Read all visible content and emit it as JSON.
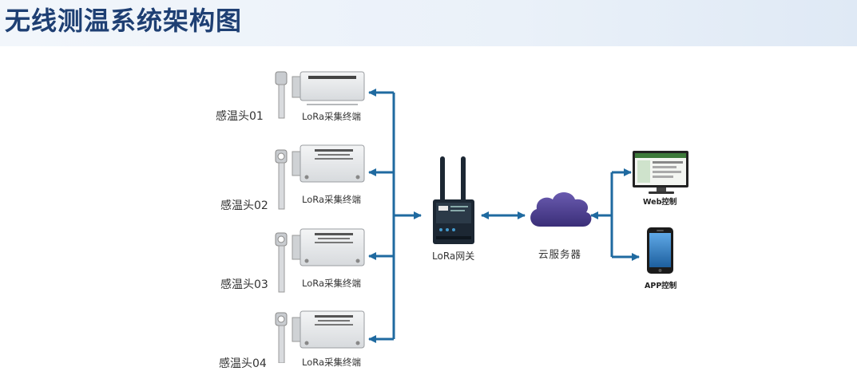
{
  "title": "无线测温系统架构图",
  "sensors": [
    {
      "sensor_label": "感温头01",
      "terminal_label": "LoRa采集终端"
    },
    {
      "sensor_label": "感温头02",
      "terminal_label": "LoRa采集终端"
    },
    {
      "sensor_label": "感温头03",
      "terminal_label": "LoRa采集终端"
    },
    {
      "sensor_label": "感温头04",
      "terminal_label": "LoRa采集终端"
    }
  ],
  "gateway": {
    "label": "LoRa网关"
  },
  "cloud": {
    "label": "云服务器"
  },
  "clients": [
    {
      "label": "Web控制",
      "icon": "desktop-monitor-icon"
    },
    {
      "label": "APP控制",
      "icon": "smartphone-icon"
    }
  ],
  "colors": {
    "title": "#1e3f73",
    "arrow": "#1f6aa0",
    "cloud": "#4b3c8c",
    "gateway": "#1c2733",
    "terminal_box": "#e6e8ea"
  }
}
